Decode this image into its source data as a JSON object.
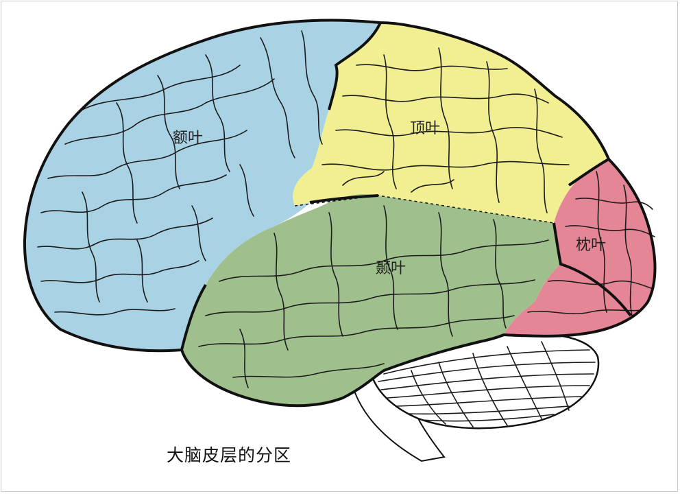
{
  "caption": "大脑皮层的分区",
  "lobes": [
    {
      "id": "frontal",
      "label": "额叶",
      "color": "#a9d3e5"
    },
    {
      "id": "parietal",
      "label": "顶叶",
      "color": "#f1ef92"
    },
    {
      "id": "temporal",
      "label": "颞叶",
      "color": "#9fbf8c"
    },
    {
      "id": "occipital",
      "label": "枕叶",
      "color": "#e48696"
    }
  ],
  "colors": {
    "cerebellum": "#ffffff",
    "outline": "#111111",
    "background": "#ffffff"
  }
}
